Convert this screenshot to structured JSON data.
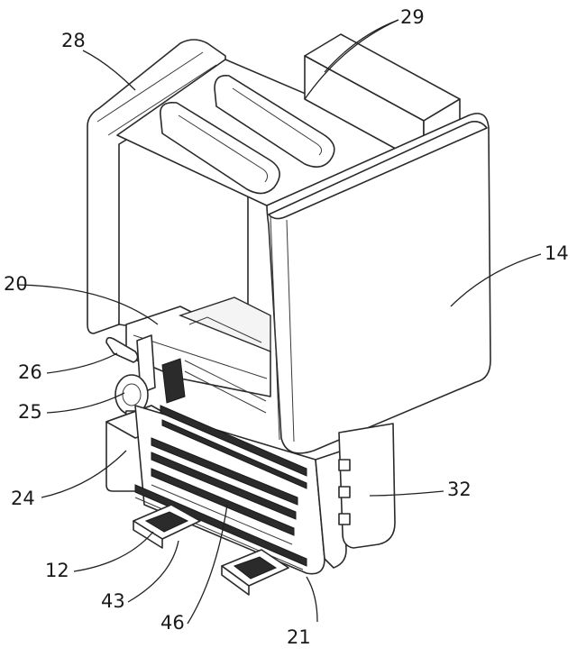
{
  "labels": [
    {
      "id": "28",
      "text": "28"
    },
    {
      "id": "29",
      "text": "29"
    },
    {
      "id": "14",
      "text": "14"
    },
    {
      "id": "20",
      "text": "20"
    },
    {
      "id": "26",
      "text": "26"
    },
    {
      "id": "25",
      "text": "25"
    },
    {
      "id": "24",
      "text": "24"
    },
    {
      "id": "32",
      "text": "32"
    },
    {
      "id": "12",
      "text": "12"
    },
    {
      "id": "43",
      "text": "43"
    },
    {
      "id": "46",
      "text": "46"
    },
    {
      "id": "21",
      "text": "21"
    }
  ]
}
